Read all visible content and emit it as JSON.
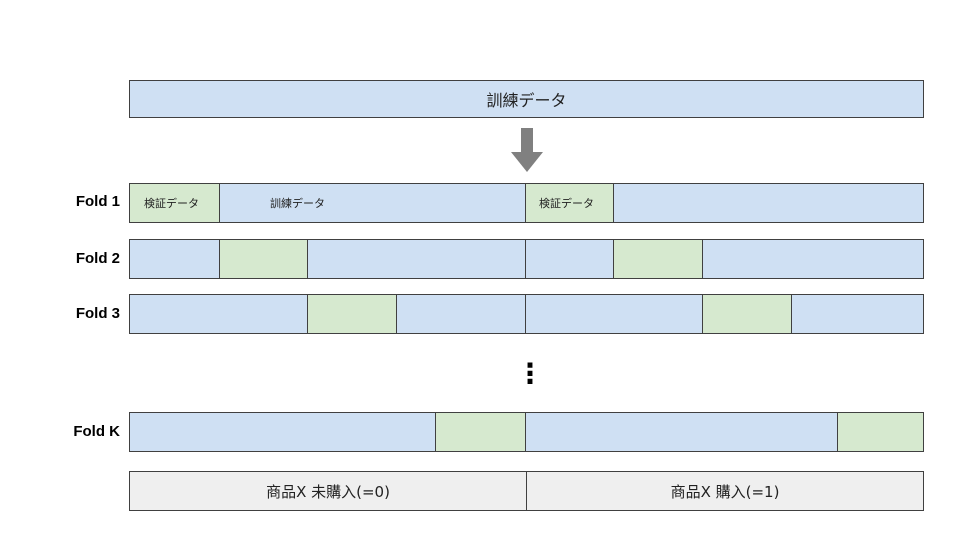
{
  "top_bar": {
    "label": "訓練データ"
  },
  "folds": [
    {
      "label": "Fold 1",
      "segments": [
        {
          "type": "val",
          "label": "検証データ"
        },
        {
          "type": "train",
          "label": "訓練データ"
        },
        {
          "type": "val",
          "label": "検証データ"
        },
        {
          "type": "train",
          "label": ""
        }
      ]
    },
    {
      "label": "Fold 2"
    },
    {
      "label": "Fold 3"
    },
    {
      "label": "Fold K"
    }
  ],
  "ellipsis": "⋮",
  "bottom_bar": {
    "left_label": "商品X 未購入(=0)",
    "right_label": "商品X 購入(=1)"
  },
  "colors": {
    "train": "#cfe0f3",
    "validation": "#d6e9cf",
    "arrow": "#808080",
    "class_bar": "#efefef"
  }
}
